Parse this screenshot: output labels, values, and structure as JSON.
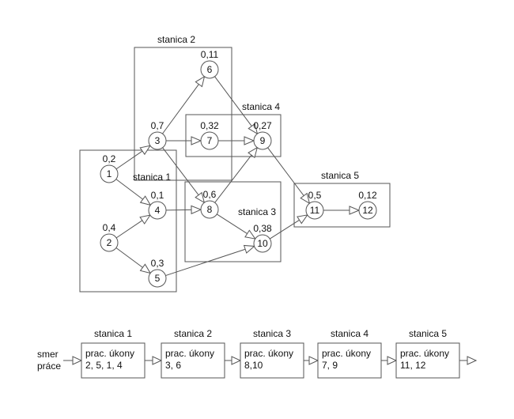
{
  "stations": [
    {
      "id": "s1",
      "label": "stanica 1"
    },
    {
      "id": "s2",
      "label": "stanica 2"
    },
    {
      "id": "s3",
      "label": "stanica 3"
    },
    {
      "id": "s4",
      "label": "stanica 4"
    },
    {
      "id": "s5",
      "label": "stanica 5"
    }
  ],
  "nodes": [
    {
      "id": "1",
      "time": "0,2"
    },
    {
      "id": "2",
      "time": "0,4"
    },
    {
      "id": "3",
      "time": "0,7"
    },
    {
      "id": "4",
      "time": "0,1"
    },
    {
      "id": "5",
      "time": "0,3"
    },
    {
      "id": "6",
      "time": "0,11"
    },
    {
      "id": "7",
      "time": "0,32"
    },
    {
      "id": "8",
      "time": "0,6"
    },
    {
      "id": "9",
      "time": "0,27"
    },
    {
      "id": "10",
      "time": "0,38"
    },
    {
      "id": "11",
      "time": "0,5"
    },
    {
      "id": "12",
      "time": "0,12"
    }
  ],
  "edges": [
    [
      "1",
      "3"
    ],
    [
      "1",
      "4"
    ],
    [
      "2",
      "4"
    ],
    [
      "2",
      "5"
    ],
    [
      "3",
      "6"
    ],
    [
      "3",
      "7"
    ],
    [
      "3",
      "8"
    ],
    [
      "4",
      "8"
    ],
    [
      "5",
      "10"
    ],
    [
      "6",
      "9"
    ],
    [
      "7",
      "9"
    ],
    [
      "8",
      "9"
    ],
    [
      "8",
      "10"
    ],
    [
      "9",
      "11"
    ],
    [
      "10",
      "11"
    ],
    [
      "11",
      "12"
    ]
  ],
  "flow": {
    "direction_label_line1": "smer",
    "direction_label_line2": "práce",
    "boxes": [
      {
        "station": "stanica 1",
        "line1": "prac. úkony",
        "line2": "2, 5, 1, 4"
      },
      {
        "station": "stanica 2",
        "line1": "prac. úkony",
        "line2": "3, 6"
      },
      {
        "station": "stanica 3",
        "line1": "prac. úkony",
        "line2": "8,10"
      },
      {
        "station": "stanica 4",
        "line1": "prac. úkony",
        "line2": "7, 9"
      },
      {
        "station": "stanica 5",
        "line1": "prac. úkony",
        "line2": "11, 12"
      }
    ]
  }
}
